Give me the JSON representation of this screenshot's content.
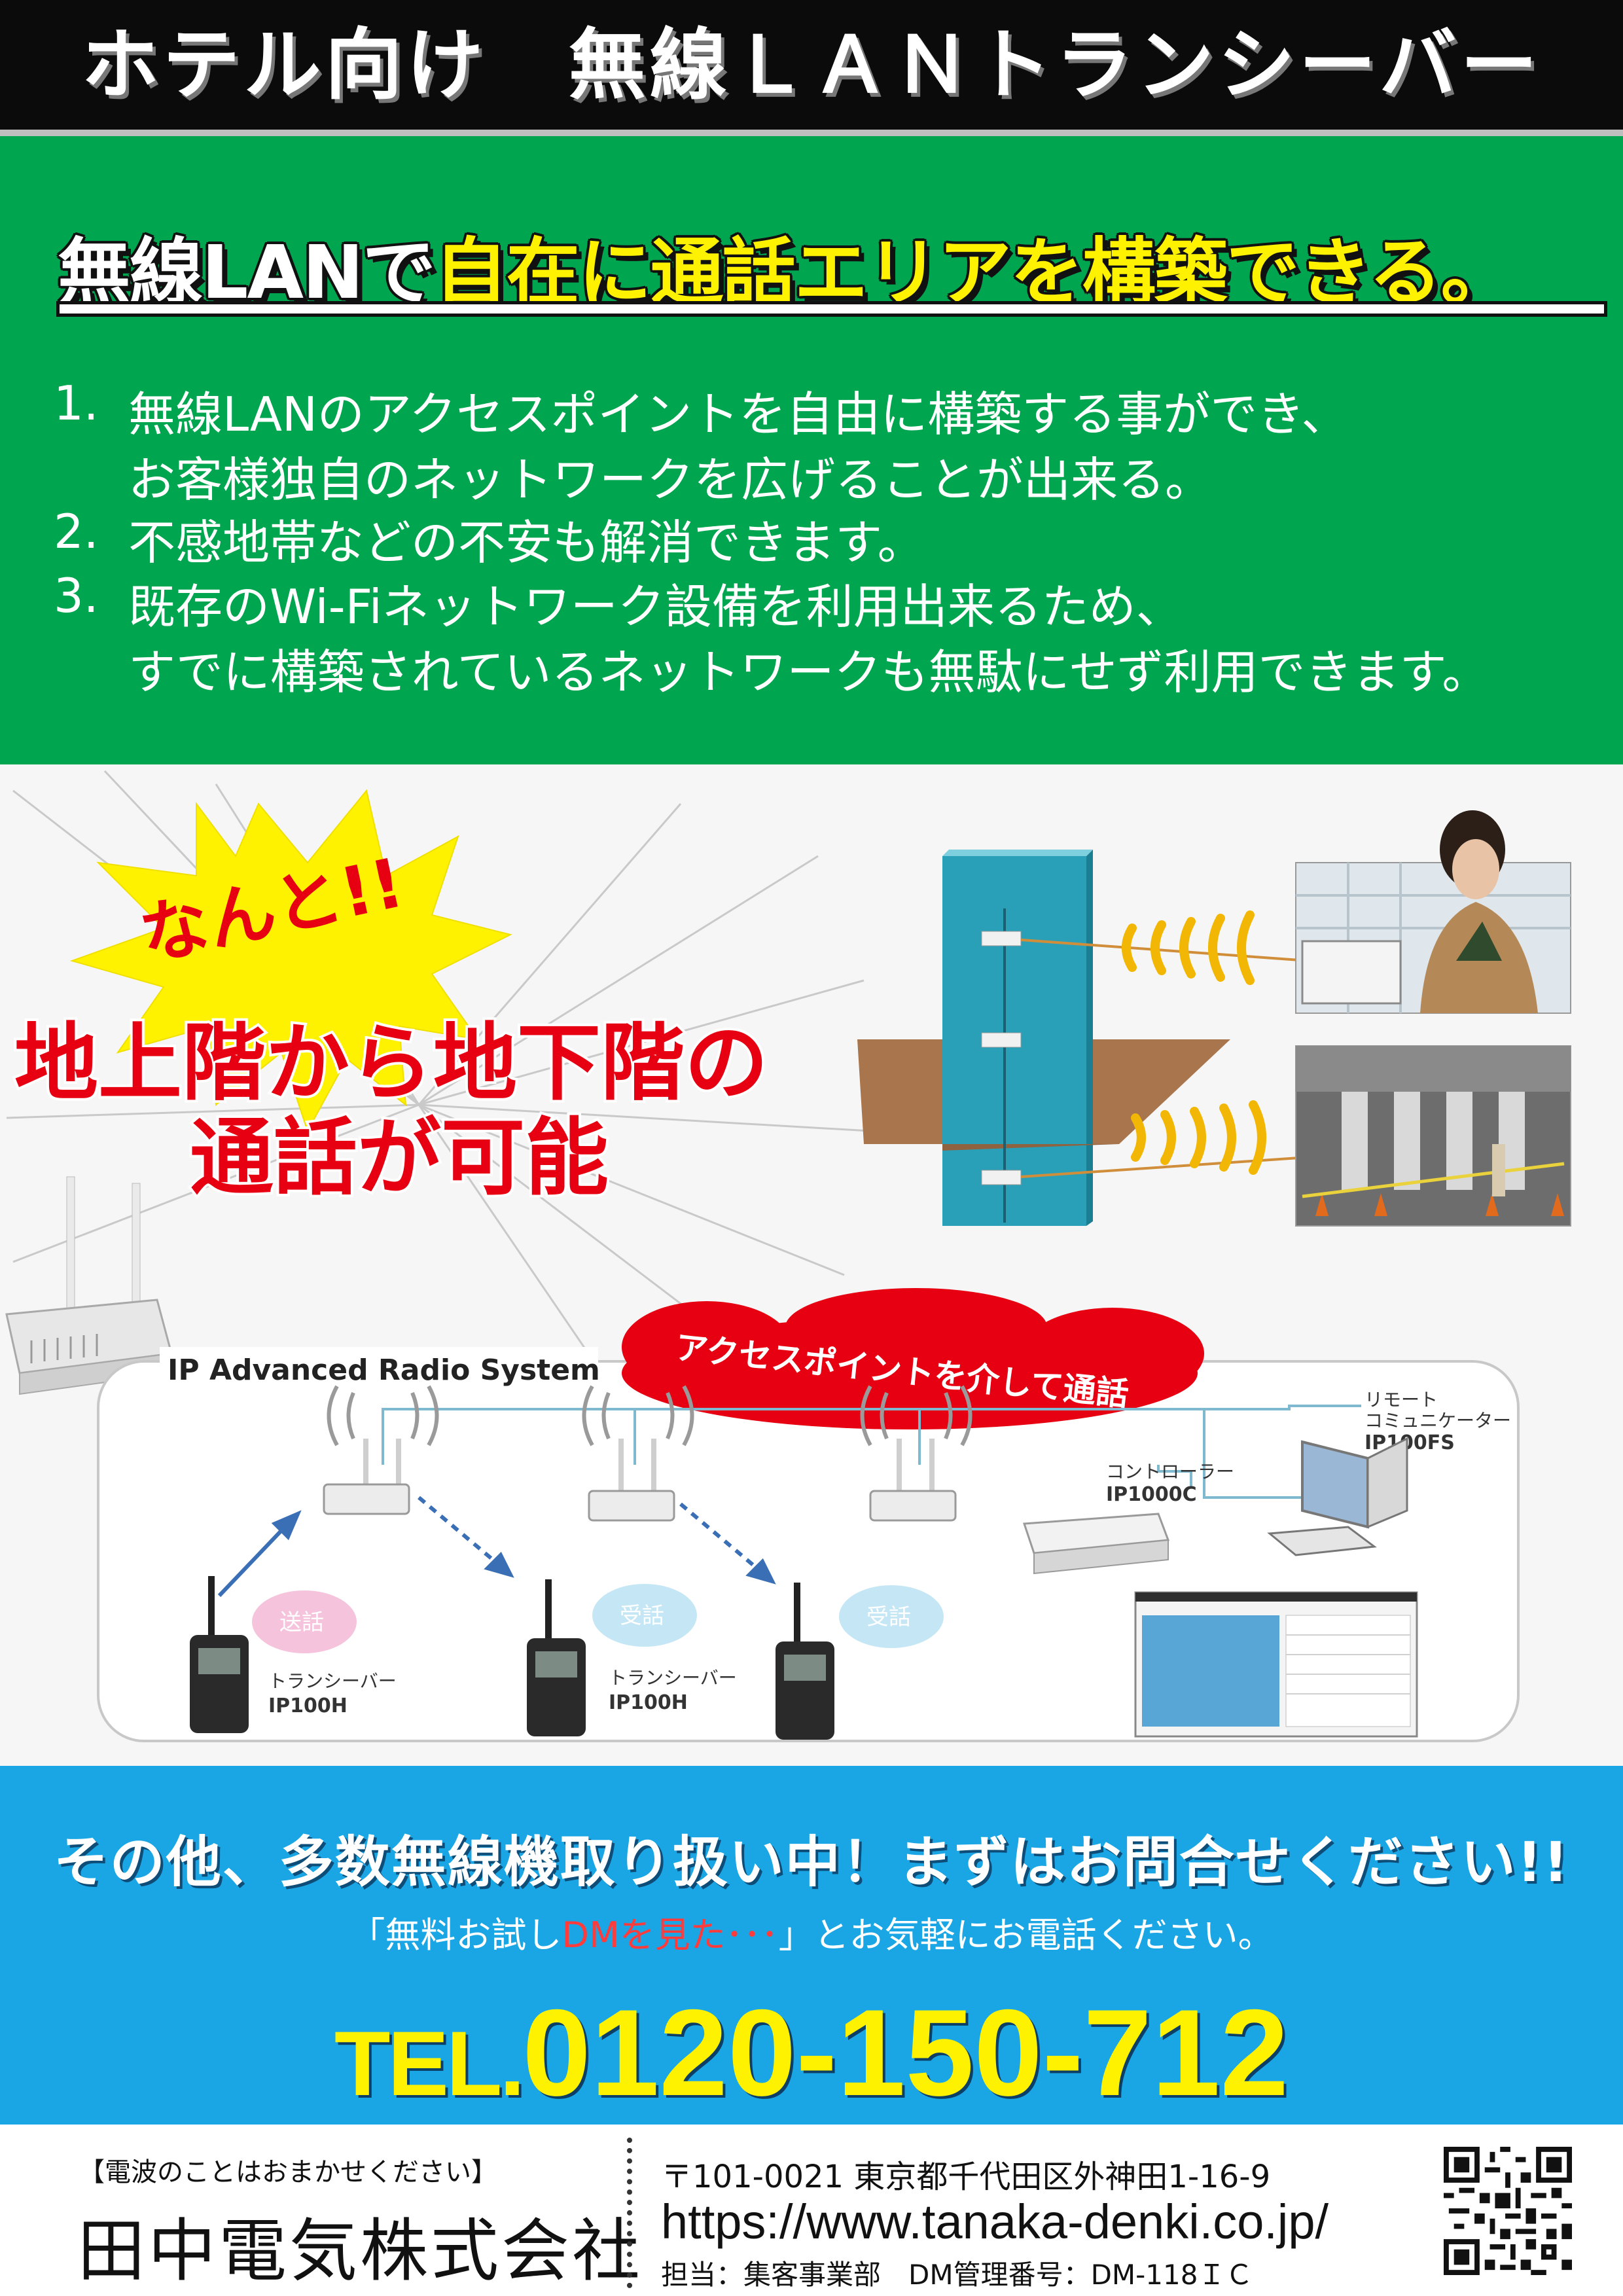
{
  "header": {
    "title": "ホテル向け　無線ＬＡＮトランシーバー"
  },
  "headline": {
    "part1": "無線LANで",
    "part2": "自在に通話エリアを構築できる。"
  },
  "points": [
    {
      "number": "1.",
      "lines": [
        "無線LANのアクセスポイントを自由に構築する事ができ、",
        "お客様独自のネットワークを広げることが出来る。"
      ]
    },
    {
      "number": "2.",
      "lines": [
        "不感地帯などの不安も解消できます。"
      ]
    },
    {
      "number": "3.",
      "lines": [
        "既存のWi-Fiネットワーク設備を利用出来るため、",
        "すでに構築されているネットワークも無駄にせず利用できます。"
      ]
    }
  ],
  "burst": {
    "text": "なんと!!"
  },
  "callout": {
    "line1": "地上階から地下階の",
    "line2": "通話が可能"
  },
  "diagram": {
    "title": "IP Advanced Radio System",
    "cloud_label": "アクセスポイントを介して通話",
    "remote": {
      "line1": "リモート",
      "line2": "コミュニケーター",
      "model": "IP100FS"
    },
    "controller": {
      "line1": "コントローラー",
      "model": "IP1000C"
    },
    "send_label": "送話",
    "receive_label": "受話",
    "transceiver": {
      "line1": "トランシーバー",
      "model": "IP100H"
    }
  },
  "contact": {
    "headline": "その他、多数無線機取り扱い中！まずはお問合せください!!",
    "sub_before": "「無料お試し",
    "sub_highlight": "DMを見た･･･",
    "sub_after": "」とお気軽にお電話ください。",
    "tel_label": "TEL.",
    "tel_number": "0120-150-712"
  },
  "footer": {
    "tagline": "【電波のことはおまかせください】",
    "company": "田中電気株式会社",
    "address": "〒101-0021  東京都千代田区外神田1-16-9",
    "url": "https://www.tanaka-denki.co.jp/",
    "contact": "担当：集客事業部　DM管理番号：DM-118ＩＣ"
  },
  "colors": {
    "header_bg": "#0b0b0b",
    "green": "#00a64f",
    "yellow": "#fff200",
    "blue": "#1aa6e4",
    "red": "#e60012"
  }
}
